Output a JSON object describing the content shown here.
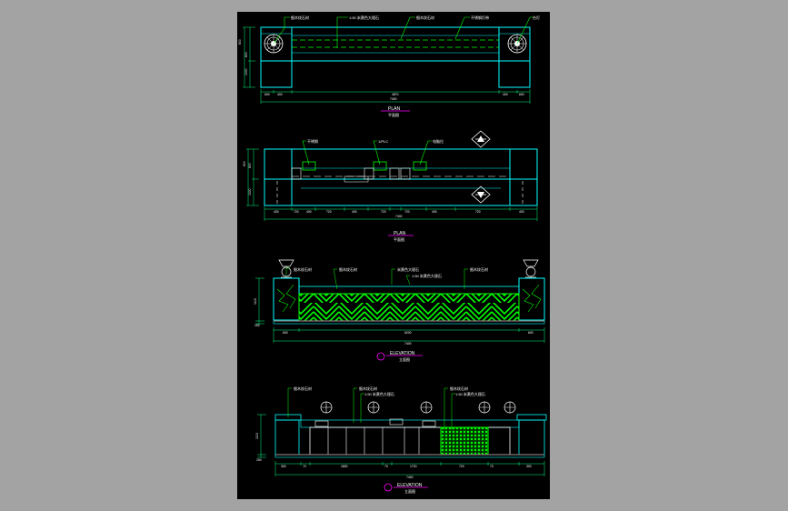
{
  "background_color": "#a3a3a3",
  "sheet_color": "#000000",
  "colors": {
    "outline": "#00ffff",
    "green": "#00ff00",
    "dimension": "#00ff7f",
    "magenta": "#ff00ff",
    "red": "#ff0000",
    "white": "#ffffff"
  },
  "plan1": {
    "title": "PLAN",
    "scale": "平面图",
    "callouts": [
      "细木纹石材",
      "1:50 米黄色大理石",
      "细木纹石材",
      "不锈钢灯带",
      "台灯"
    ],
    "dims_bottom": [
      "600",
      "400",
      "4870",
      "400",
      "600"
    ],
    "dim_total": "7400",
    "dims_left": [
      "600",
      "1000",
      "600"
    ]
  },
  "plan2": {
    "title": "PLAN",
    "scale": "平面图",
    "callouts": [
      "不锈钢",
      "1/PLC",
      "电脑位"
    ],
    "dims_bottom": [
      "400",
      "720",
      "400",
      "720",
      "400",
      "720",
      "720",
      "400",
      "720",
      "400"
    ],
    "dim_total": "7400",
    "dims_left": [
      "600",
      "1000",
      "600"
    ]
  },
  "elev1": {
    "title": "ELEVATION",
    "scale": "立面图",
    "callouts": [
      "细木纹石材",
      "细木纹石材",
      "米黄色大理石",
      "1:50 米黄色大理石",
      "细木纹石材"
    ],
    "dims_bottom": [
      "600",
      "6200",
      "600"
    ],
    "dim_total": "7400",
    "dims_left": [
      "1100",
      "150"
    ]
  },
  "elev2": {
    "title": "ELEVATION",
    "scale": "立面图",
    "callouts": [
      "细木纹石材",
      "细木纹石材",
      "1:50 米黄色大理石",
      "细木纹石材",
      "1:50 米黄色大理石"
    ],
    "dims_bottom": [
      "300",
      "70",
      "1800",
      "70",
      "1720",
      "70",
      "720",
      "300"
    ],
    "dim_total": "7400",
    "dims_left": [
      "1100",
      "150"
    ]
  }
}
